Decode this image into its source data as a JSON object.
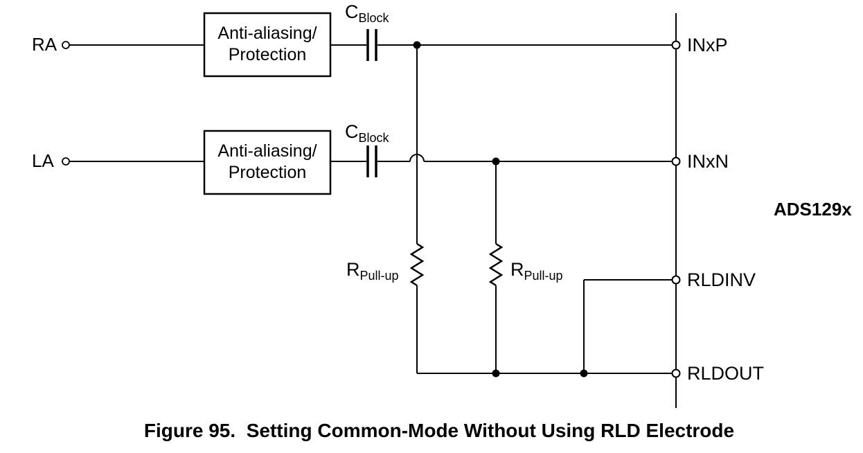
{
  "figure": {
    "caption": "Figure 95.  Setting Common-Mode Without Using RLD Electrode",
    "device_label": "ADS129x"
  },
  "terminals": {
    "right_arm": "RA",
    "left_arm": "LA"
  },
  "blocks": {
    "antialiasing_line1": "Anti-aliasing/",
    "antialiasing_line2": "Protection"
  },
  "components": {
    "blocking_capacitor": {
      "symbol": "C",
      "subscript": "Block"
    },
    "pullup_resistor": {
      "symbol": "R",
      "subscript": "Pull-up"
    }
  },
  "pins": {
    "inxp": "INxP",
    "inxn": "INxN",
    "rldinv": "RLDINV",
    "rldout": "RLDOUT"
  },
  "colors": {
    "line": "#000000",
    "background": "#ffffff"
  }
}
